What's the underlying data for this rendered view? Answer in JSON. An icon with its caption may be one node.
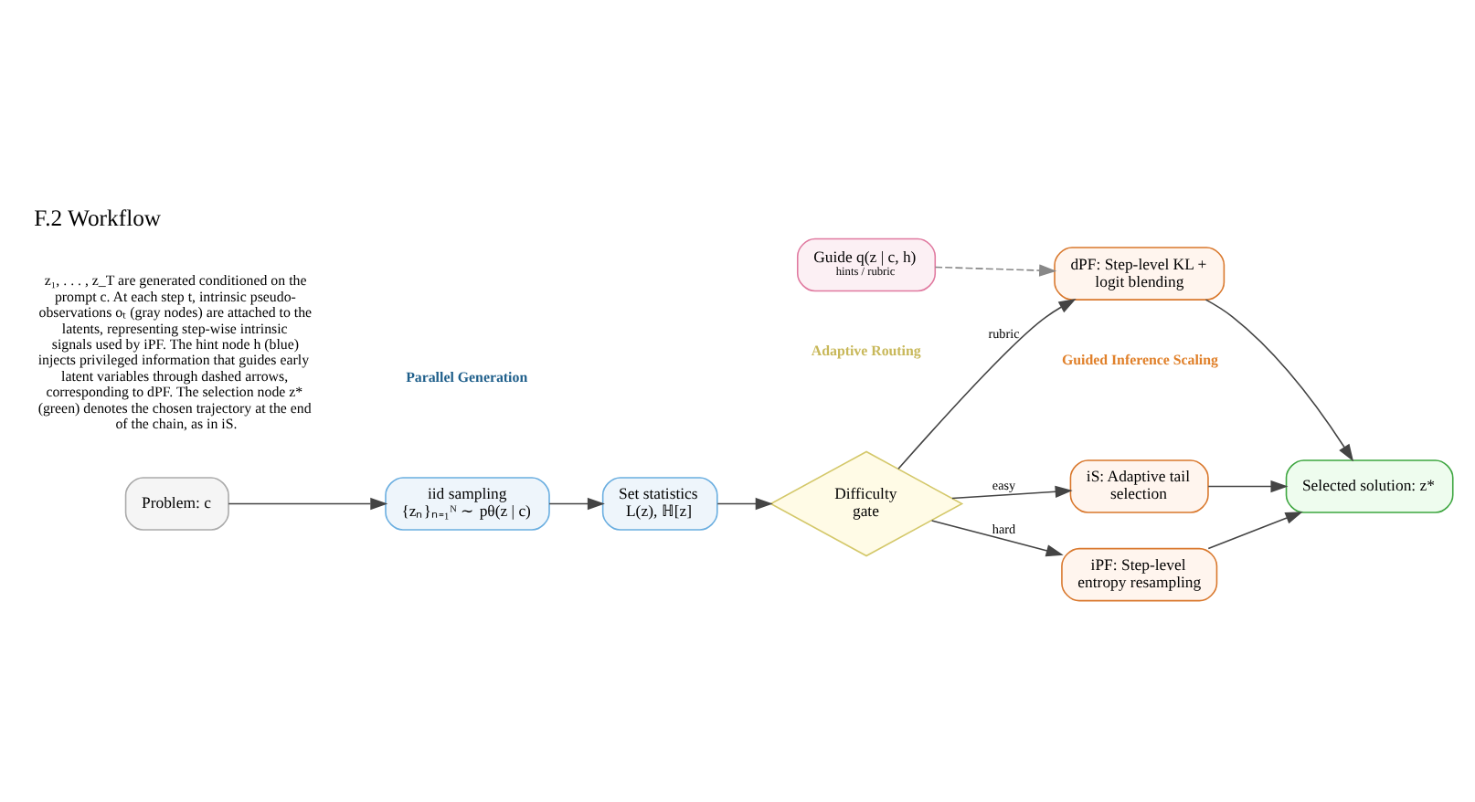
{
  "diagram": {
    "title": "F.2 Workflow",
    "nodes": [
      {
        "text": [
          "iid sampling",
          "{zₙ}ₙ₌₁ᴺ ∼ pθ(z | c)"
        ]
      },
      {
        "text": [
          "Problem: c"
        ]
      },
      {
        "text": [
          "Set statistics",
          "L(z), ℍ[z]"
        ]
      },
      {
        "text": [
          "Difficulty gate"
        ]
      },
      {
        "text": [
          "iS: Adaptive tail selection"
        ]
      },
      {
        "text": [
          "iPF: Step-level entropy resampling"
        ]
      },
      {
        "text": [
          "dPF: Step-level KL + logit blending"
        ]
      },
      {
        "text": [
          "Guide q(z | c, h)",
          "hints / rubric"
        ]
      },
      {
        "text": [
          "Selected solution: z*"
        ]
      }
    ],
    "edges": [
      {
        "from": 1,
        "to": 0,
        "arrow": "to"
      },
      {
        "from": 0,
        "to": 2,
        "arrow": "to"
      },
      {
        "from": 2,
        "to": 3,
        "arrow": "to"
      },
      {
        "from": 3,
        "to": 4,
        "arrow": "to",
        "label": "easy"
      },
      {
        "from": 3,
        "to": 5,
        "arrow": "to",
        "label": "hard"
      },
      {
        "from": 3,
        "to": 6,
        "arrow": "to",
        "label": "rubric"
      },
      {
        "from": 4,
        "to": 8,
        "arrow": "to"
      },
      {
        "from": 5,
        "to": 8,
        "arrow": "to"
      },
      {
        "from": 6,
        "to": 8,
        "arrow": "to"
      },
      {
        "from": 7,
        "to": 6,
        "arrow": "to",
        "style": "dashed",
        "color": "#888888"
      }
    ],
    "labels": [
      "z₁, . . . , z_T are generated conditioned on the prompt c. At each step t, intrinsic pseudo-observations oₜ (gray nodes) are attached to the latents, representing step-wise intrinsic signals used by iPF. The hint node h (blue) injects privileged information that guides early latent variables through dashed arrows, corresponding to dPF. The selection node z* (green) denotes the chosen trajectory at the end of the chain, as in iS.",
      "Parallel Generation",
      "Adaptive Routing",
      "Guided Inference Scaling"
    ]
  }
}
